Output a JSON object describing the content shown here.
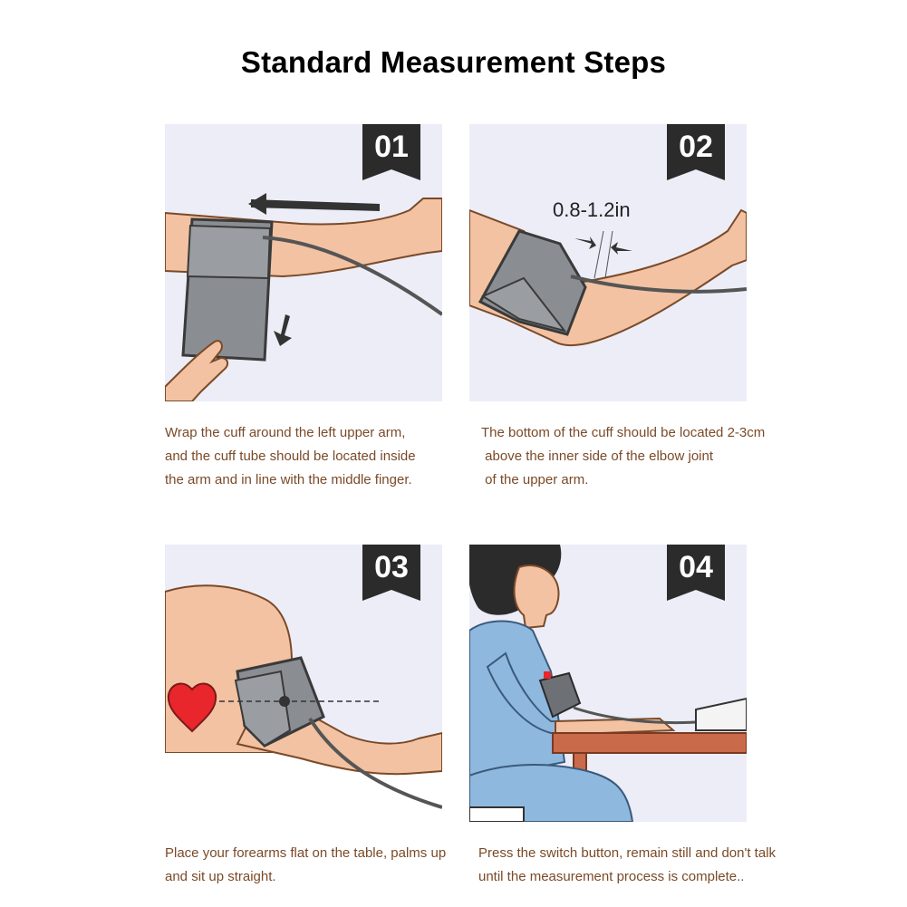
{
  "page": {
    "title": "Standard Measurement Steps"
  },
  "steps": [
    {
      "number": "01",
      "caption": [
        "Wrap the cuff around the left upper arm,",
        "and the cuff tube should be located inside",
        "the arm and in line with the middle finger."
      ]
    },
    {
      "number": "02",
      "measure_label": "0.8-1.2in",
      "caption": [
        "The bottom of the cuff should be located 2-3cm",
        " above the inner side of the elbow joint",
        " of the upper arm."
      ]
    },
    {
      "number": "03",
      "caption": [
        "Place your forearms flat on the table, palms up",
        "and sit up straight."
      ]
    },
    {
      "number": "04",
      "caption": [
        "Press the switch button, remain still and don't talk",
        "until the measurement process is complete.."
      ]
    }
  ],
  "colors": {
    "panel_bg": "#ecedf7",
    "badge": "#2b2b2b",
    "caption_text": "#7a4a28",
    "skin": "#f2c2a2",
    "cuff": "#8a8e93",
    "heart": "#e8262c"
  }
}
